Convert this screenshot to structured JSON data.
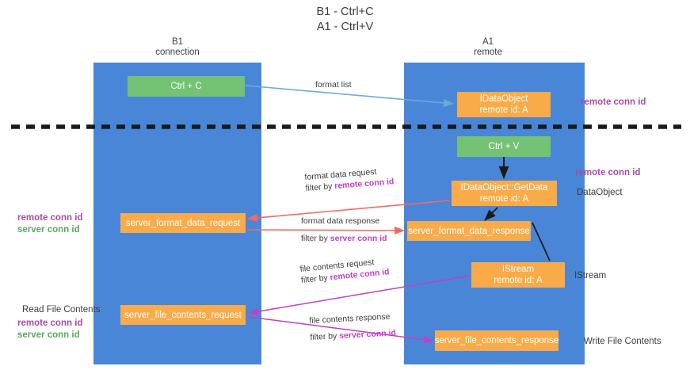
{
  "title": {
    "line1": "B1 - Ctrl+C",
    "line2": "A1 - Ctrl+V"
  },
  "lanes": [
    {
      "name": "B1",
      "role": "connection",
      "color": "#4a86d8"
    },
    {
      "name": "A1",
      "role": "remote",
      "color": "#4a86d8"
    }
  ],
  "colors": {
    "lane": "#4a86d8",
    "green_node": "#74c274",
    "orange_node": "#f8ab48",
    "annotation_purple": "#a64ca6",
    "annotation_green": "#5aa85a",
    "edge_blue": "#6aaadf",
    "edge_red": "#ef6b62",
    "edge_magenta": "#c33fc3",
    "edge_black": "#1a1a1a",
    "divider": "#1a1a1a"
  },
  "nodes": {
    "ctrl_c": {
      "label": "Ctrl + C",
      "style": "green",
      "lane": "B1"
    },
    "idataobject": {
      "label": "IDataObject",
      "sub": "remote id: A",
      "style": "orange",
      "lane": "A1"
    },
    "ctrl_v": {
      "label": "Ctrl + V",
      "style": "green",
      "lane": "A1"
    },
    "getdata": {
      "label": "IDataObject::GetData",
      "sub": "remote id: A",
      "style": "orange",
      "lane": "A1"
    },
    "server_format_data_request": {
      "label": "server_format_data_request",
      "style": "orange",
      "lane": "B1"
    },
    "server_format_data_response": {
      "label": "server_format_data_response",
      "style": "orange",
      "lane": "A1"
    },
    "istream": {
      "label": "IStream",
      "sub": "remote id: A",
      "style": "orange",
      "lane": "A1"
    },
    "server_file_contents_request": {
      "label": "server_file_contents_request",
      "style": "orange",
      "lane": "B1"
    },
    "server_file_contents_response": {
      "label": "server_file_contents_response",
      "style": "orange",
      "lane": "A1"
    }
  },
  "side_labels": {
    "dataobject": "DataObject",
    "istream": "IStream",
    "write_file_contents": "Write File Contents",
    "read_file_contents": "Read File Contents"
  },
  "annotations": {
    "right_top": {
      "purple": "remote conn id"
    },
    "right_mid": {
      "purple": "remote conn id"
    },
    "left_mid": {
      "purple": "remote conn id",
      "green": "server conn id"
    },
    "left_bottom": {
      "purple": "remote conn id",
      "green": "server conn id"
    }
  },
  "edges": {
    "format_list": {
      "label": "format list"
    },
    "format_data_request": {
      "line1": "format data request",
      "line2_prefix": "filter by ",
      "line2_key": "remote conn id"
    },
    "format_data_response": {
      "line1": "format data response",
      "line2_prefix": "filter by ",
      "line2_key": "server conn id"
    },
    "file_contents_request": {
      "line1": "file contents request",
      "line2_prefix": "filter by ",
      "line2_key": "remote conn id"
    },
    "file_contents_response": {
      "line1": "file contents response",
      "line2_prefix": "filter by ",
      "line2_key": "server conn id"
    }
  }
}
